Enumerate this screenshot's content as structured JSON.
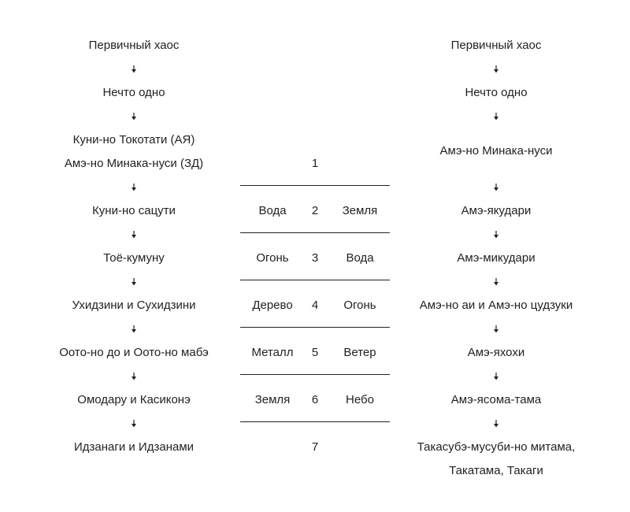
{
  "left_column": [
    "Первичный хаос",
    "Нечто одно",
    "Куни-но Токотати (АЯ)",
    "Амэ-но Минака-нуси (ЗД)",
    "Куни-но сацути",
    "Тоё-кумуну",
    "Ухидзини и Сухидзини",
    "Оото-но до и Оото-но мабэ",
    "Омодару и Касиконэ",
    "Идзанаги и Идзанами"
  ],
  "middle_table": {
    "rows": [
      {
        "number": "1",
        "left": "",
        "right": ""
      },
      {
        "number": "2",
        "left": "Вода",
        "right": "Земля"
      },
      {
        "number": "3",
        "left": "Огонь",
        "right": "Вода"
      },
      {
        "number": "4",
        "left": "Дерево",
        "right": "Огонь"
      },
      {
        "number": "5",
        "left": "Металл",
        "right": "Ветер"
      },
      {
        "number": "6",
        "left": "Земля",
        "right": "Небо"
      },
      {
        "number": "7",
        "left": "",
        "right": ""
      }
    ]
  },
  "right_column": [
    "Первичный хаос",
    "Нечто одно",
    "Амэ-но Минака-нуси",
    "Амэ-якудари",
    "Амэ-микудари",
    "Амэ-но аи и Амэ-но цудзуки",
    "Амэ-яхохи",
    "Амэ-ясома-тама",
    "Такасубэ-мусуби-но митама,",
    "Такатама, Такаги"
  ],
  "colors": {
    "text": "#222222",
    "line": "#222222",
    "background": "#ffffff"
  }
}
